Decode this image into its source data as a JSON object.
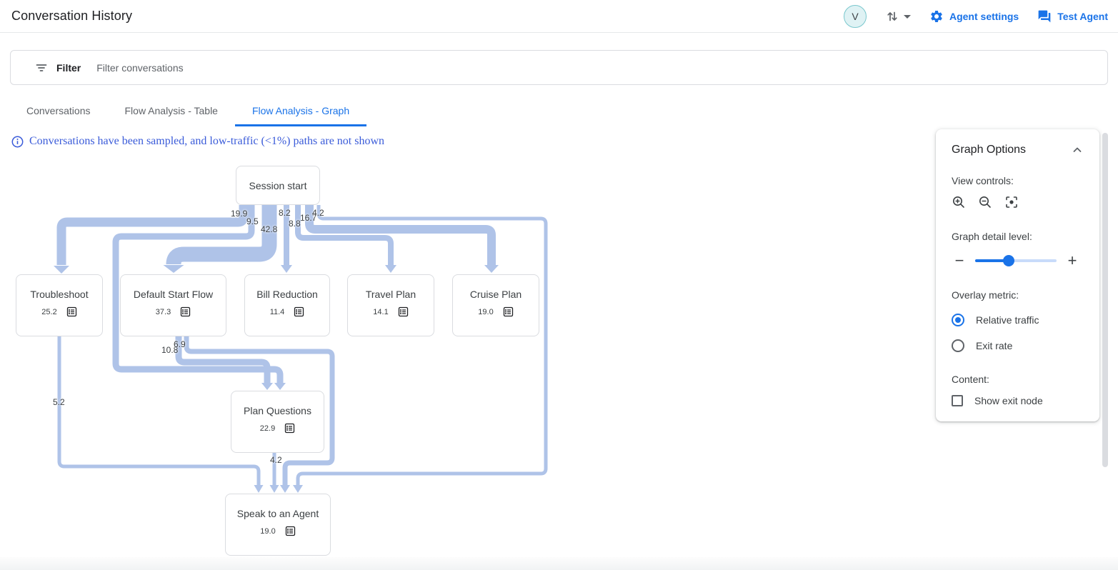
{
  "header": {
    "title": "Conversation History",
    "avatar_initial": "V",
    "agent_settings": "Agent settings",
    "test_agent": "Test Agent"
  },
  "filter_bar": {
    "label": "Filter",
    "placeholder": "Filter conversations"
  },
  "tabs": [
    {
      "label": "Conversations",
      "active": false
    },
    {
      "label": "Flow Analysis - Table",
      "active": false
    },
    {
      "label": "Flow Analysis - Graph",
      "active": true
    }
  ],
  "info_banner": "Conversations have been sampled, and low-traffic (<1%) paths are not shown",
  "graph": {
    "nodes": [
      {
        "id": "session-start",
        "title": "Session start"
      },
      {
        "id": "troubleshoot",
        "title": "Troubleshoot",
        "value": "25.2"
      },
      {
        "id": "default-start-flow",
        "title": "Default Start Flow",
        "value": "37.3"
      },
      {
        "id": "bill-reduction",
        "title": "Bill Reduction",
        "value": "11.4"
      },
      {
        "id": "travel-plan",
        "title": "Travel Plan",
        "value": "14.1"
      },
      {
        "id": "cruise-plan",
        "title": "Cruise Plan",
        "value": "19.0"
      },
      {
        "id": "plan-questions",
        "title": "Plan Questions",
        "value": "22.9"
      },
      {
        "id": "speak-to-an-agent",
        "title": "Speak to an Agent",
        "value": "19.0"
      }
    ],
    "edges": [
      {
        "from": "Session start",
        "to": "Troubleshoot",
        "label": "19.9"
      },
      {
        "from": "Session start",
        "to": "Plan Questions",
        "label": "9.5"
      },
      {
        "from": "Session start",
        "to": "Default Start Flow",
        "label": "42.8"
      },
      {
        "from": "Session start",
        "to": "Bill Reduction",
        "label": "8.2"
      },
      {
        "from": "Session start",
        "to": "Travel Plan",
        "label": "8.8"
      },
      {
        "from": "Session start",
        "to": "Cruise Plan",
        "label": "16.7"
      },
      {
        "from": "Session start",
        "to": "Speak to an Agent",
        "label": "4.2"
      },
      {
        "from": "Default Start Flow",
        "to": "Plan Questions",
        "label": "10.8"
      },
      {
        "from": "Default Start Flow",
        "to": "Speak to an Agent",
        "label": "6.9"
      },
      {
        "from": "Troubleshoot",
        "to": "Speak to an Agent",
        "label": "5.2"
      },
      {
        "from": "Plan Questions",
        "to": "Speak to an Agent",
        "label": "4.2"
      }
    ]
  },
  "options_panel": {
    "title": "Graph Options",
    "view_controls_label": "View controls:",
    "detail_level_label": "Graph detail level:",
    "overlay_metric_label": "Overlay metric:",
    "radio_relative_traffic": "Relative traffic",
    "radio_exit_rate": "Exit rate",
    "content_label": "Content:",
    "show_exit_node_label": "Show exit node",
    "slider_percent": 41
  },
  "colors": {
    "accent_blue": "#1a73e8",
    "ribbon": "#afc3e8",
    "info_blue": "#3a5bd9"
  }
}
